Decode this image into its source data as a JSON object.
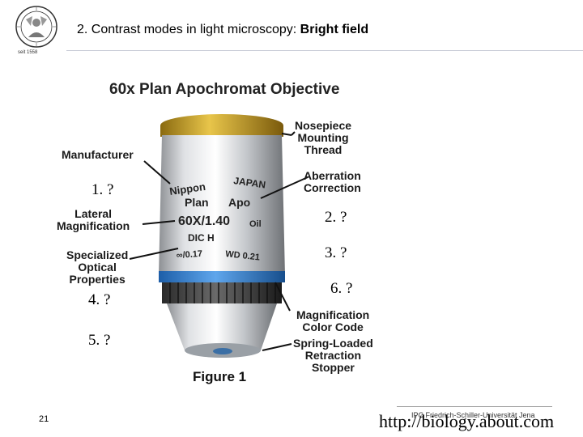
{
  "slide": {
    "title_plain": "2. Contrast modes in light microscopy: ",
    "title_bold": "Bright field",
    "seal_caption": "seit 1558",
    "page_number": "21",
    "footer_institution": "IPC Friedrich-Schiller-Universität Jena",
    "source_url": "http://biology.about.com"
  },
  "figure": {
    "heading": "60x Plan Apochromat Objective",
    "caption": "Figure 1",
    "engraving": {
      "brand": "Nippon",
      "country": "JAPAN",
      "plan": "Plan",
      "apo": "Apo",
      "magnification": "60X/1.40",
      "oil": "Oil",
      "dic": "DIC H",
      "tube": "∞/0.17",
      "wd": "WD 0.21"
    },
    "labels": {
      "manufacturer": "Manufacturer",
      "lateral_magnification": [
        "Lateral",
        "Magnification"
      ],
      "specialized_optical": [
        "Specialized",
        "Optical",
        "Properties"
      ],
      "nosepiece": [
        "Nosepiece",
        "Mounting",
        "Thread"
      ],
      "aberration": [
        "Aberration",
        "Correction"
      ],
      "color_code": [
        "Magnification",
        "Color Code"
      ],
      "spring_loaded": [
        "Spring-Loaded",
        "Retraction",
        "Stopper"
      ]
    },
    "quiz_marks": {
      "q1": "1. ?",
      "q2": "2. ?",
      "q3": "3. ?",
      "q4": "4. ?",
      "q5": "5. ?",
      "q6": "6. ?"
    },
    "colors": {
      "color_band": "#2f7fd0",
      "gold_ring": "#c9a227",
      "barrel": "#c7c9cc"
    }
  }
}
